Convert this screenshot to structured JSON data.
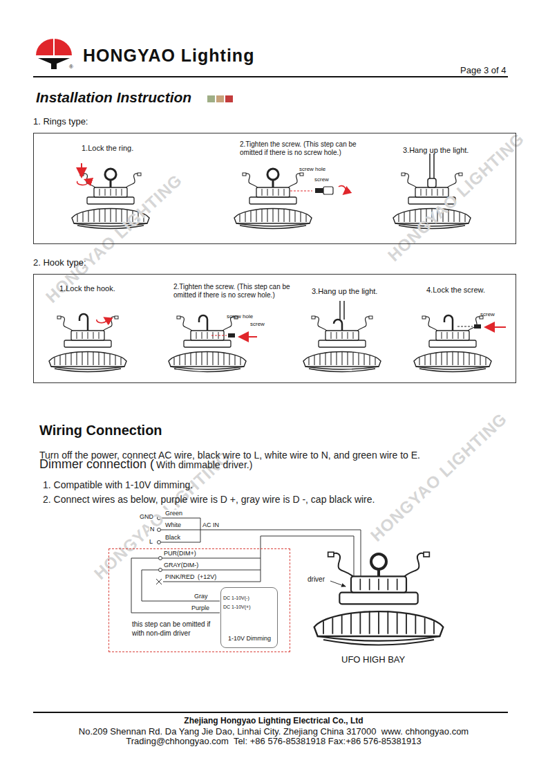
{
  "diagram": {
    "title": "Installation Instruction",
    "nodes": [
      {
        "text": [
          "1. Rings type:",
          "1.Lock the ring.",
          "2.Tighten the screw. (This step can be omitted if there is no screw hole.)",
          "3.Hang up the light."
        ]
      },
      {
        "text": [
          "2. Hook type:",
          "1.Lock the hook.",
          "2.Tighten the screw. (This step can be omitted if there is no screw hole.)",
          "3.Hang up the light.",
          "4.Lock the screw."
        ]
      },
      {
        "text": [
          "this step can be omitted if with non-dim driver"
        ]
      },
      {
        "text": [
          "DC 1-10V(-)",
          "DC 1-10V(+)",
          "1-10V Dimming"
        ],
        "in": 2
      }
    ],
    "labels": [
      "HONGYAO Lighting",
      "®",
      "Page 3 of 4",
      "screw hole",
      "screw",
      "screw hole",
      "screw",
      "screw",
      "Wiring Connection",
      "Turn off the power, connect AC wire, black wire to L, white wire to N, and green wire to E.",
      "Dimmer connection (",
      "With dimmable driver.)",
      "1. Compatible with 1-10V dimming.",
      "2. Connect wires as below, purple wire is D +, gray wire is D -, cap black wire.",
      "GND",
      "Green",
      "N",
      "White",
      "L",
      "Black",
      "AC IN",
      "PUR(DIM+)",
      "GRAY(DIM-)",
      "PINK/RED",
      "(+12V)",
      "Gray",
      "Purple",
      "driver",
      "UFO HIGH BAY",
      "Zhejiang Hongyao Lighting Electrical Co., Ltd",
      "No.209 Shennan Rd. Da Yang Jie Dao, Linhai City. Zhejiang China 317000  www. chhongyao.com",
      "Trading@chhongyao.com  Tel: +86 576-85381918 Fax:+86 576-85381913",
      "HONGYAO LIGHTING",
      "HONGYAO LIGHTING",
      "HONGYAO LIGHTING",
      "HONGYAO LIGHTING"
    ]
  }
}
